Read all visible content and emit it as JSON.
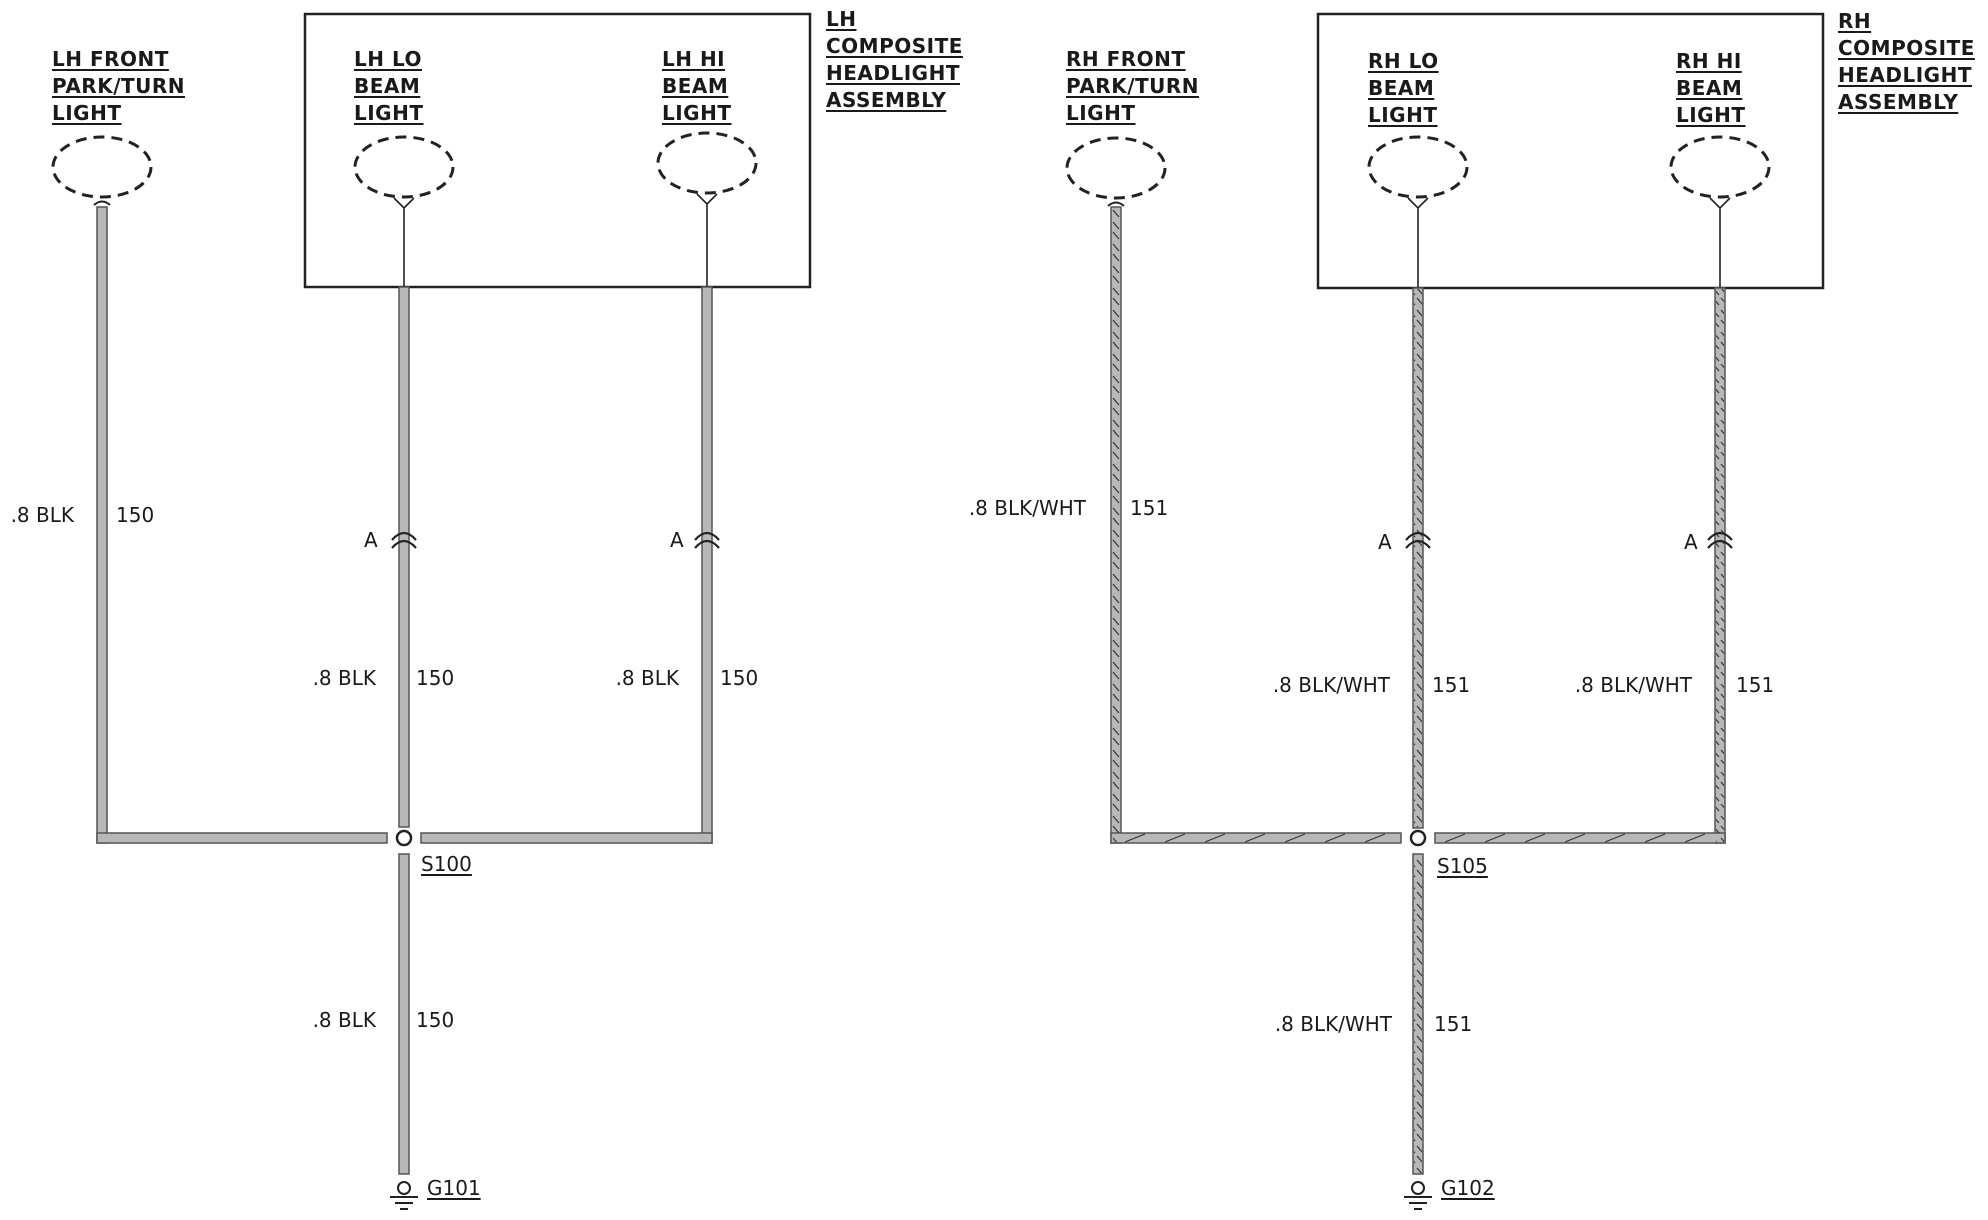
{
  "left": {
    "assembly": [
      "LH",
      "COMPOSITE",
      "HEADLIGHT",
      "ASSEMBLY"
    ],
    "park": [
      "LH FRONT",
      "PARK/TURN",
      "LIGHT"
    ],
    "lo": [
      "LH LO",
      "BEAM",
      "LIGHT"
    ],
    "hi": [
      "LH HI",
      "BEAM",
      "LIGHT"
    ],
    "park_wire": {
      "color": ".8 BLK",
      "circuit": "150"
    },
    "lo_wire": {
      "color": ".8 BLK",
      "circuit": "150"
    },
    "hi_wire": {
      "color": ".8 BLK",
      "circuit": "150"
    },
    "ground_wire": {
      "color": ".8 BLK",
      "circuit": "150"
    },
    "connector": "A",
    "splice": "S100",
    "ground": "G101"
  },
  "right": {
    "assembly": [
      "RH",
      "COMPOSITE",
      "HEADLIGHT",
      "ASSEMBLY"
    ],
    "park": [
      "RH FRONT",
      "PARK/TURN",
      "LIGHT"
    ],
    "lo": [
      "RH LO",
      "BEAM",
      "LIGHT"
    ],
    "hi": [
      "RH HI",
      "BEAM",
      "LIGHT"
    ],
    "park_wire": {
      "color": ".8 BLK/WHT",
      "circuit": "151"
    },
    "lo_wire": {
      "color": ".8 BLK/WHT",
      "circuit": "151"
    },
    "hi_wire": {
      "color": ".8 BLK/WHT",
      "circuit": "151"
    },
    "ground_wire": {
      "color": ".8 BLK/WHT",
      "circuit": "151"
    },
    "connector": "A",
    "splice": "S105",
    "ground": "G102"
  }
}
